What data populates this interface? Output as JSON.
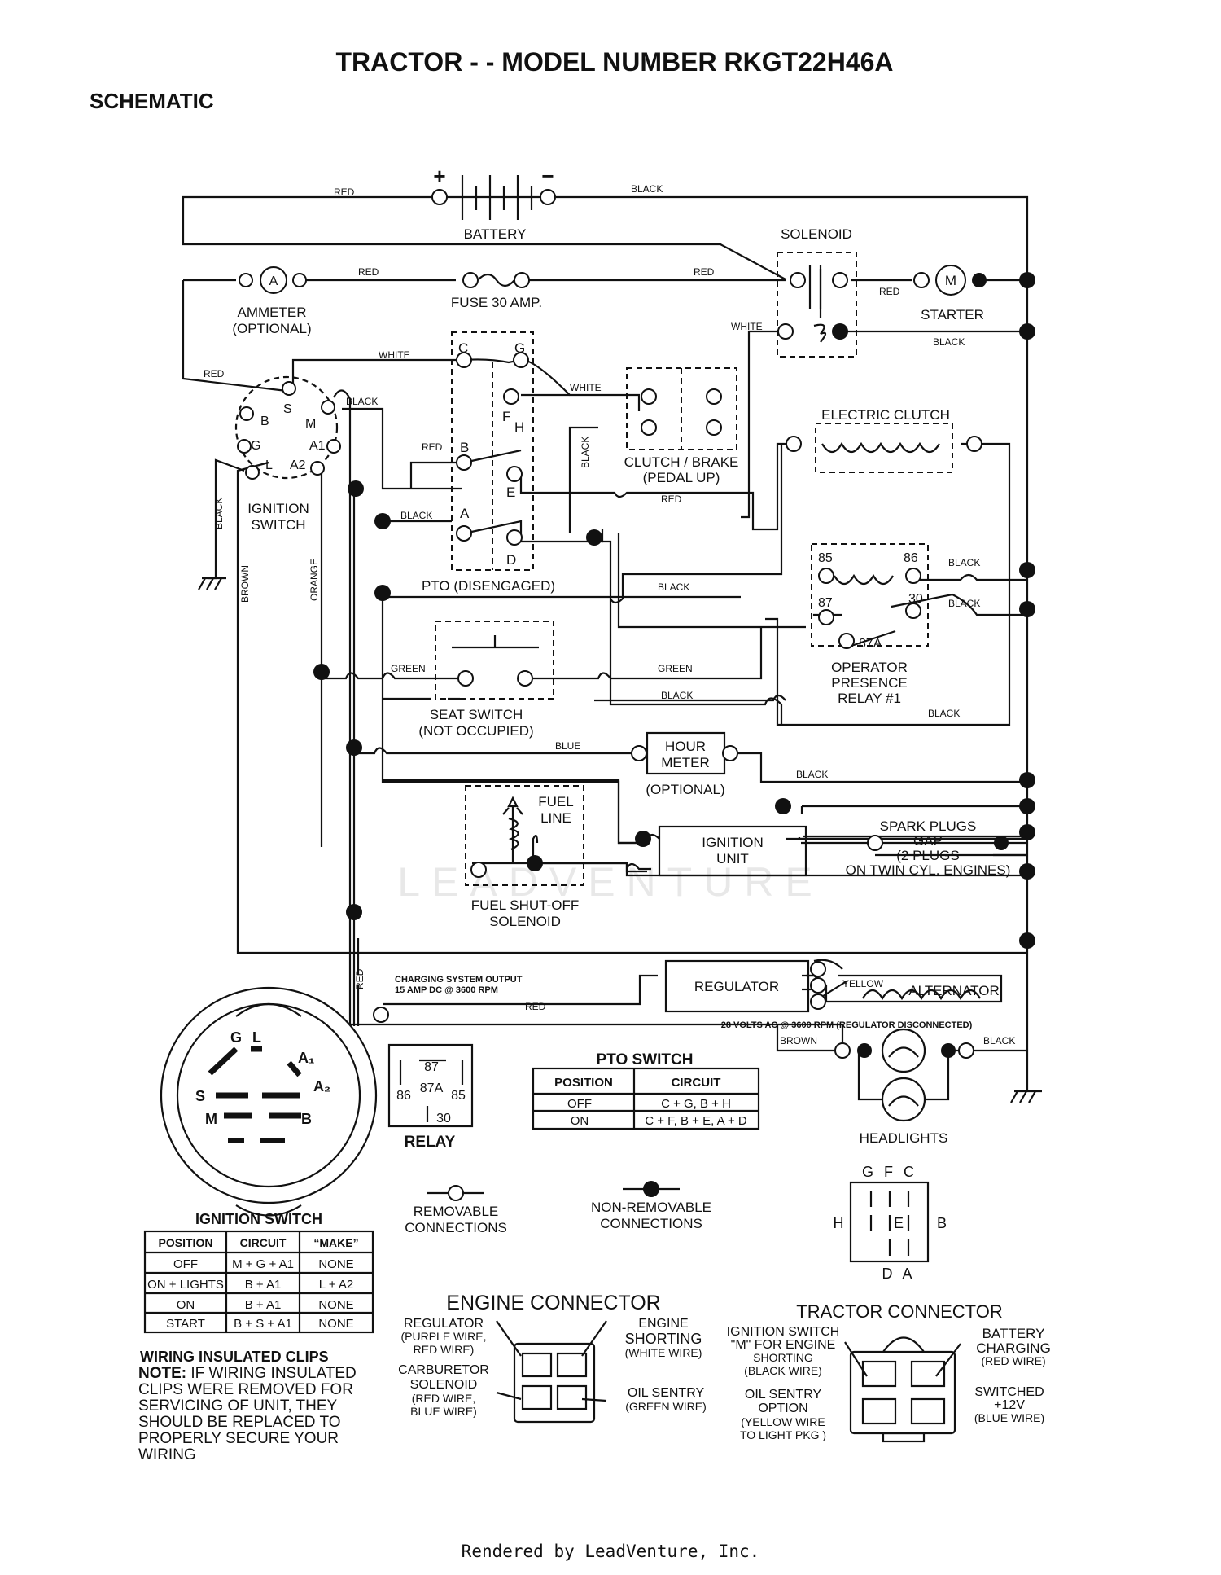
{
  "header": {
    "title": "TRACTOR - - MODEL NUMBER RKGT22H46A",
    "section": "SCHEMATIC"
  },
  "components": {
    "battery": "BATTERY",
    "battery_plus": "+",
    "battery_minus": "−",
    "solenoid": "SOLENOID",
    "ammeter_symbol": "A",
    "ammeter": "AMMETER",
    "ammeter_opt": "(OPTIONAL)",
    "fuse": "FUSE 30 AMP.",
    "starter_symbol": "M",
    "starter": "STARTER",
    "ignition_switch": "IGNITION",
    "ignition_switch2": "SWITCH",
    "clutch_brake": "CLUTCH / BRAKE",
    "clutch_brake2": "(PEDAL UP)",
    "electric_clutch": "ELECTRIC CLUTCH",
    "pto": "PTO (DISENGAGED)",
    "relay_title1": "OPERATOR",
    "relay_title2": "PRESENCE",
    "relay_title3": "RELAY #1",
    "seat_switch": "SEAT SWITCH",
    "seat_switch2": "(NOT OCCUPIED)",
    "hour_meter1": "HOUR",
    "hour_meter2": "METER",
    "hour_meter_opt": "(OPTIONAL)",
    "fuel_line1": "FUEL",
    "fuel_line2": "LINE",
    "fuel_solenoid1": "FUEL SHUT-OFF",
    "fuel_solenoid2": "SOLENOID",
    "ignition_unit1": "IGNITION",
    "ignition_unit2": "UNIT",
    "spark1": "SPARK PLUGS",
    "spark2": "GAP",
    "spark3": "(2 PLUGS",
    "spark4": "ON TWIN CYL. ENGINES)",
    "regulator": "REGULATOR",
    "alternator": "ALTERNATOR",
    "charging1": "CHARGING SYSTEM OUTPUT",
    "charging2": "15 AMP DC @ 3600 RPM",
    "alt_volts": "28 VOLTS AC @ 3600 RPM (REGULATOR DISCONNECTED)",
    "headlights": "HEADLIGHTS"
  },
  "terminals": {
    "ign": [
      "B",
      "S",
      "M",
      "G",
      "A1",
      "L",
      "A2"
    ],
    "pto": [
      "C",
      "G",
      "F",
      "H",
      "B",
      "E",
      "A",
      "D"
    ],
    "relay": [
      "85",
      "86",
      "87",
      "30",
      "87A"
    ]
  },
  "wires": {
    "red": "RED",
    "black": "BLACK",
    "white": "WHITE",
    "green": "GREEN",
    "blue": "BLUE",
    "yellow": "YELLOW",
    "brown": "BROWN",
    "orange": "ORANGE"
  },
  "relay_legend": {
    "t87": "87",
    "t86": "86",
    "t87a": "87A",
    "t85": "85",
    "t30": "30",
    "label": "RELAY"
  },
  "pto_table": {
    "title": "PTO SWITCH",
    "headers": [
      "POSITION",
      "CIRCUIT"
    ],
    "rows": [
      [
        "OFF",
        "C + G, B + H"
      ],
      [
        "ON",
        "C + F, B + E, A + D"
      ]
    ]
  },
  "ign_table": {
    "title": "IGNITION SWITCH",
    "headers": [
      "POSITION",
      "CIRCUIT",
      "“MAKE”"
    ],
    "rows": [
      [
        "OFF",
        "M + G + A1",
        "NONE"
      ],
      [
        "ON + LIGHTS",
        "B + A1",
        "L + A2"
      ],
      [
        "ON",
        "B + A1",
        "NONE"
      ],
      [
        "START",
        "B + S + A1",
        "NONE"
      ]
    ]
  },
  "ign_face": [
    "G",
    "L",
    "A₁",
    "S",
    "A₂",
    "M",
    "B"
  ],
  "legend": {
    "removable1": "REMOVABLE",
    "removable2": "CONNECTIONS",
    "nonremovable1": "NON-REMOVABLE",
    "nonremovable2": "CONNECTIONS"
  },
  "pto_face": {
    "top": "G F C",
    "left": "H",
    "right": "B",
    "center": "E",
    "bottom": "D A"
  },
  "note": {
    "title": "WIRING INSULATED CLIPS",
    "prefix": "NOTE:",
    "lines": [
      " IF WIRING INSULATED",
      "CLIPS WERE REMOVED FOR",
      "SERVICING OF UNIT, THEY",
      "SHOULD BE REPLACED TO",
      "PROPERLY SECURE YOUR",
      "WIRING"
    ]
  },
  "engine_connector": {
    "title": "ENGINE CONNECTOR",
    "reg": [
      "REGULATOR",
      "(PURPLE WIRE,",
      "RED WIRE)"
    ],
    "carb": [
      "CARBURETOR",
      "SOLENOID",
      "(RED WIRE,",
      "BLUE WIRE)"
    ],
    "short": [
      "ENGINE",
      "SHORTING",
      "(WHITE WIRE)"
    ],
    "oil": [
      "OIL SENTRY",
      "(GREEN WIRE)"
    ]
  },
  "tractor_connector": {
    "title": "TRACTOR CONNECTOR",
    "ign": [
      "IGNITION SWITCH",
      "\"M\" FOR ENGINE",
      "SHORTING",
      "(BLACK WIRE)"
    ],
    "oil": [
      "OIL SENTRY",
      "OPTION",
      "(YELLOW WIRE",
      "TO LIGHT PKG )"
    ],
    "bat": [
      "BATTERY",
      "CHARGING",
      "(RED WIRE)"
    ],
    "sw": [
      "SWITCHED",
      "+12V",
      "(BLUE WIRE)"
    ]
  },
  "watermark": "LEADVENTURE",
  "footer": "Rendered by LeadVenture, Inc."
}
